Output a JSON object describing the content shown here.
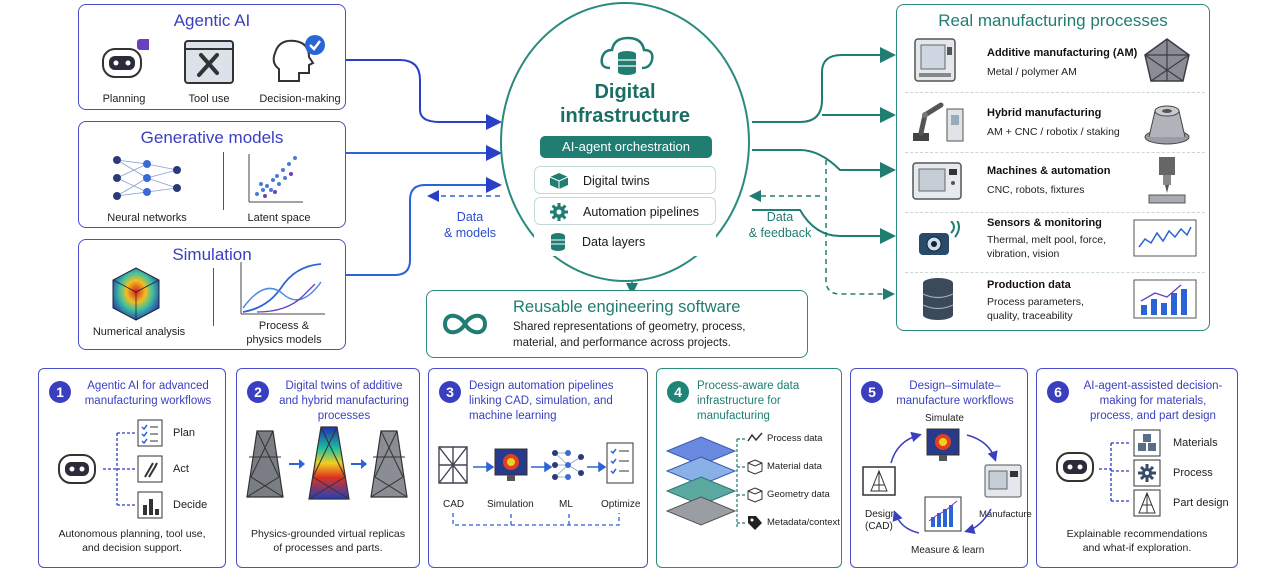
{
  "agentic": {
    "title": "Agentic AI",
    "items": [
      "Planning",
      "Tool use",
      "Decision-making"
    ]
  },
  "generative": {
    "title": "Generative models",
    "items": [
      "Neural networks",
      "Latent space"
    ]
  },
  "simulation": {
    "title": "Simulation",
    "items": [
      "Numerical analysis",
      "Process &",
      "physics models"
    ]
  },
  "center": {
    "title_line1": "Digital",
    "title_line2": "infrastructure",
    "orchestration": "AI-agent orchestration",
    "items": [
      "Digital twins",
      "Automation pipelines",
      "Data layers"
    ]
  },
  "flow_left": {
    "line1": "Data",
    "line2": "& models"
  },
  "flow_right": {
    "line1": "Data",
    "line2": "& feedback"
  },
  "reusable": {
    "title": "Reusable engineering software",
    "line1": "Shared representations of geometry, process,",
    "line2": "material, and performance across projects."
  },
  "real": {
    "title": "Real manufacturing processes",
    "rows": [
      {
        "title": "Additive manufacturing (AM)",
        "sub1": "Metal / polymer AM",
        "sub2": ""
      },
      {
        "title": "Hybrid manufacturing",
        "sub1": "AM + CNC / robotix / staking",
        "sub2": ""
      },
      {
        "title": "Machines & automation",
        "sub1": "CNC, robots, fixtures",
        "sub2": ""
      },
      {
        "title": "Sensors & monitoring",
        "sub1": "Thermal, melt pool, force,",
        "sub2": "vibration, vision"
      },
      {
        "title": "Production data",
        "sub1": "Process parameters,",
        "sub2": "quality, traceability"
      }
    ]
  },
  "cards": [
    {
      "num": "1",
      "title": "Agentic AI for advanced manufacturing workflows",
      "labels": [
        "Plan",
        "Act",
        "Decide"
      ],
      "foot1": "Autonomous planning, tool use,",
      "foot2": "and decision support."
    },
    {
      "num": "2",
      "title": "Digital twins of additive and hybrid manufacturing processes",
      "foot1": "Physics-grounded virtual replicas",
      "foot2": "of processes and parts."
    },
    {
      "num": "3",
      "title": "Design automation pipelines linking CAD, simulation, and machine learning",
      "labels": [
        "CAD",
        "Simulation",
        "ML",
        "Optimize"
      ]
    },
    {
      "num": "4",
      "title": "Process-aware data infrastructure for manufacturing",
      "labels": [
        "Process data",
        "Material data",
        "Geometry data",
        "Metadata/context"
      ]
    },
    {
      "num": "5",
      "title": "Design–simulate–manufacture workflows",
      "labels": [
        "Simulate",
        "Design",
        "(CAD)",
        "Manufacture",
        "Measure & learn"
      ]
    },
    {
      "num": "6",
      "title": "AI-agent-assisted decision-making for materials, process, and part design",
      "labels": [
        "Materials",
        "Process",
        "Part design"
      ],
      "foot1": "Explainable recommendations",
      "foot2": "and what-if exploration."
    }
  ],
  "colors": {
    "indigo": "#3a3fc0",
    "teal": "#1f7d72",
    "blue": "#2a64d6"
  }
}
